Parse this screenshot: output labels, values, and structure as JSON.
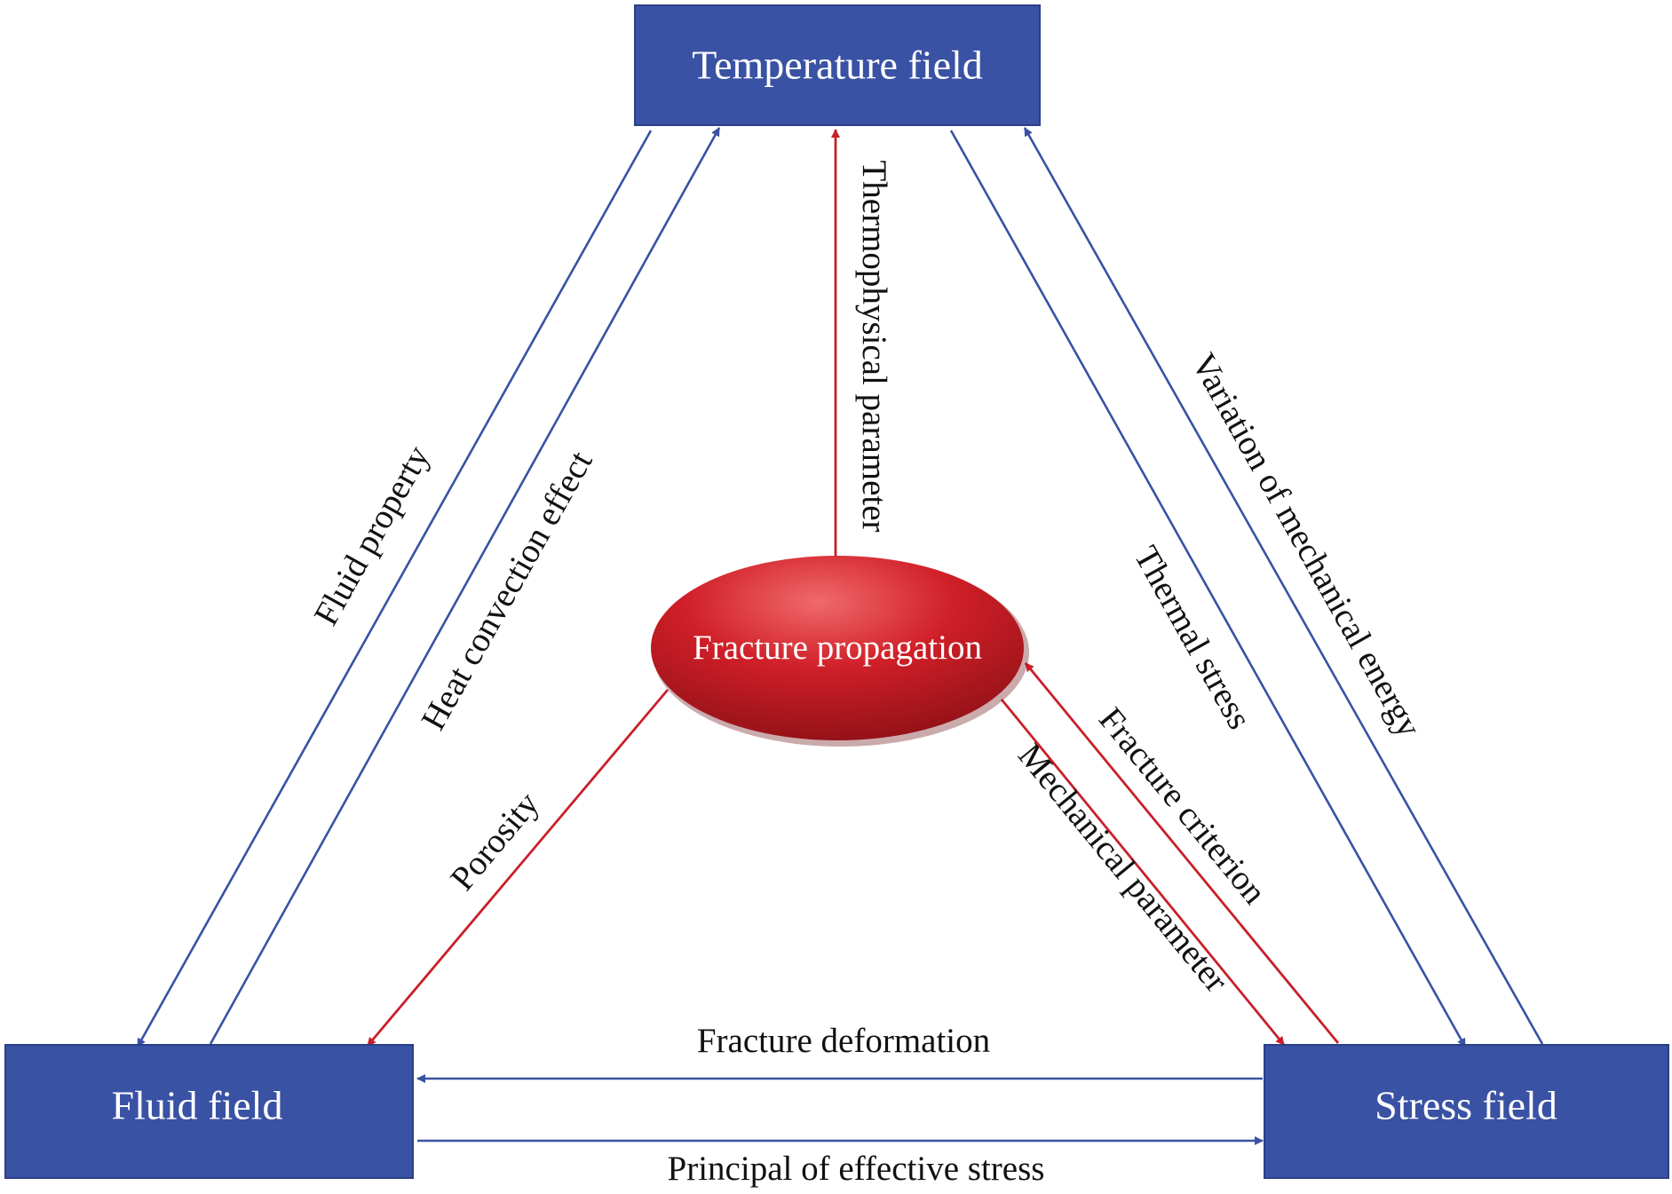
{
  "colors": {
    "box_fill": "#3a52a4",
    "box_stroke": "#2b3f86",
    "blue_arrow": "#3a52a4",
    "red_arrow": "#c8202a",
    "ellipse_fill": "#d01f28",
    "ellipse_highlight": "#f06a6a",
    "ellipse_shadow": "#8e1016"
  },
  "nodes": {
    "temperature": "Temperature field",
    "fluid": "Fluid field",
    "stress": "Stress field",
    "fracture": "Fracture propagation"
  },
  "edge_labels": {
    "fluid_property": "Fluid property",
    "heat_convection": "Heat convection effect",
    "thermophysical": "Thermophysical parameter",
    "thermal_stress": "Thermal stress",
    "mechanical_energy": "Variation of mechanical energy",
    "porosity": "Porosity",
    "mechanical_parameter": "Mechanical parameter",
    "fracture_criterion": "Fracture criterion",
    "fracture_deformation": "Fracture deformation",
    "effective_stress": "Principal of effective stress"
  }
}
